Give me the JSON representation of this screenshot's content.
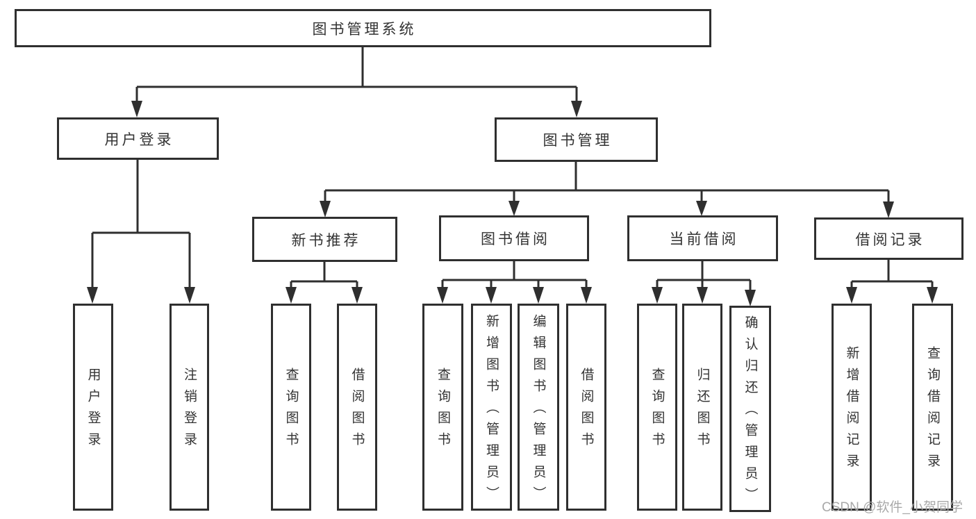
{
  "colors": {
    "line": "#2f2f2f",
    "text": "#333333",
    "background": "#ffffff",
    "watermark": "#a9a9a9"
  },
  "tree": {
    "label": "图书管理系统",
    "children": [
      {
        "label": "用户登录",
        "children": [
          {
            "label": "用户登录"
          },
          {
            "label": "注销登录"
          }
        ]
      },
      {
        "label": "图书管理",
        "children": [
          {
            "label": "新书推荐",
            "children": [
              {
                "label": "查询图书"
              },
              {
                "label": "借阅图书"
              }
            ]
          },
          {
            "label": "图书借阅",
            "children": [
              {
                "label": "查询图书"
              },
              {
                "label": "新增图书（管理员）"
              },
              {
                "label": "编辑图书（管理员）"
              },
              {
                "label": "借阅图书"
              }
            ]
          },
          {
            "label": "当前借阅",
            "children": [
              {
                "label": "查询图书"
              },
              {
                "label": "归还图书"
              },
              {
                "label": "确认归还（管理员）"
              }
            ]
          },
          {
            "label": "借阅记录",
            "children": [
              {
                "label": "新增借阅记录"
              },
              {
                "label": "查询借阅记录"
              }
            ]
          }
        ]
      }
    ]
  },
  "watermark": "CSDN @软件_小贺同学"
}
